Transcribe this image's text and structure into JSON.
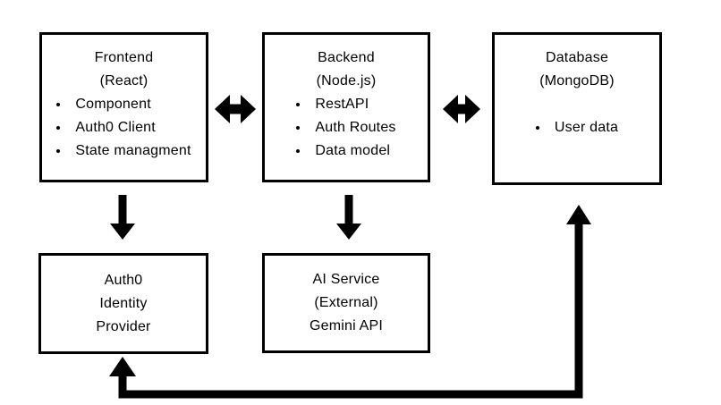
{
  "canvas": {
    "background": "#ffffff",
    "foreground": "#000000"
  },
  "nodes": {
    "frontend": {
      "title_lines": [
        "Frontend",
        "(React)"
      ],
      "bullets": [
        "Component",
        "Auth0 Client",
        "State managment"
      ]
    },
    "backend": {
      "title_lines": [
        "Backend",
        "(Node.js)"
      ],
      "bullets": [
        "RestAPI",
        "Auth Routes",
        "Data model"
      ]
    },
    "database": {
      "title_lines": [
        "Database",
        "(MongoDB)"
      ],
      "bullets": [
        "User data"
      ]
    },
    "auth0_idp": {
      "lines": [
        "Auth0",
        "Identity",
        "Provider"
      ]
    },
    "ai_service": {
      "lines": [
        "AI Service",
        "(External)",
        "Gemini API"
      ]
    }
  },
  "connections": [
    {
      "between": [
        "frontend",
        "backend"
      ],
      "style": "double-headed-horizontal"
    },
    {
      "between": [
        "backend",
        "database"
      ],
      "style": "double-headed-horizontal"
    },
    {
      "from": "frontend",
      "to": "auth0_idp",
      "style": "down-arrow"
    },
    {
      "from": "backend",
      "to": "ai_service",
      "style": "down-arrow"
    },
    {
      "between": [
        "auth0_idp",
        "database"
      ],
      "style": "double-headed-elbow",
      "route": "bottom"
    }
  ]
}
